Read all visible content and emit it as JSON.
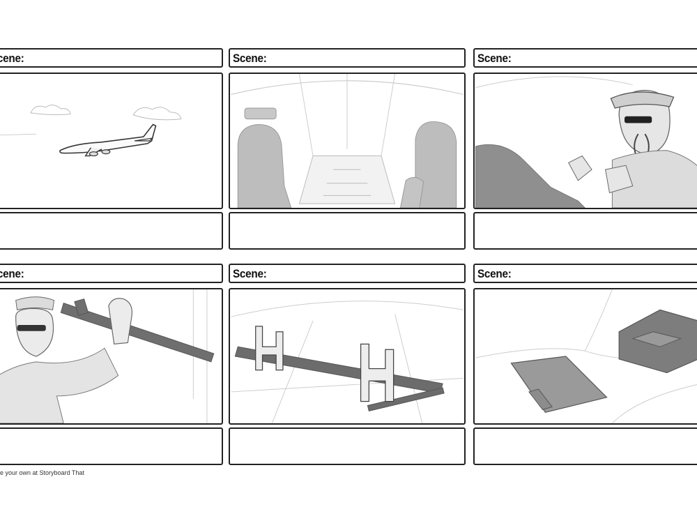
{
  "panels": [
    {
      "scene_label": "Scene:",
      "image": "airplane-flying-sketch",
      "caption": ""
    },
    {
      "scene_label": "Scene:",
      "image": "cockpit-pilots-sketch",
      "caption": ""
    },
    {
      "scene_label": "Scene:",
      "image": "pilot-at-controls-sketch",
      "caption": ""
    },
    {
      "scene_label": "Scene:",
      "image": "pilot-holding-lever-sketch",
      "caption": ""
    },
    {
      "scene_label": "Scene:",
      "image": "control-lever-closeup-sketch",
      "caption": ""
    },
    {
      "scene_label": "Scene:",
      "image": "cockpit-panel-detail-sketch",
      "caption": ""
    }
  ],
  "footer": {
    "text": "e your own at Storyboard That"
  },
  "colors": {
    "border": "#222222",
    "sketch_gray": "#b5b5b5",
    "sketch_dark": "#7a7a7a"
  }
}
